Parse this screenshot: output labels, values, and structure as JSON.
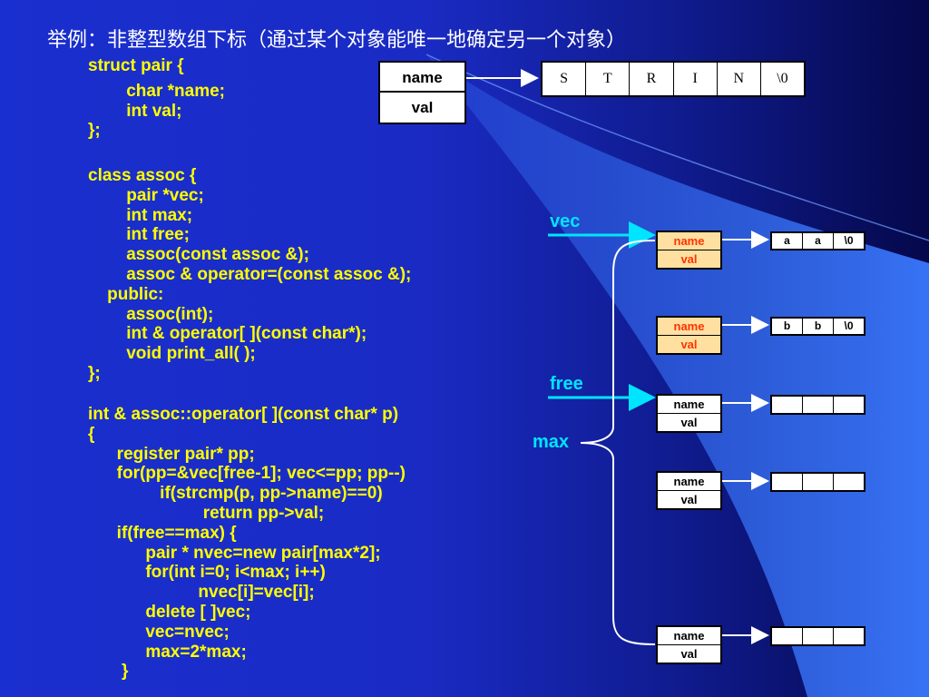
{
  "title": "举例：非整型数组下标（通过某个对象能唯一地确定另一个对象）",
  "code": {
    "pair_struct": [
      "struct pair {",
      "        char *name;",
      "        int val;",
      "};"
    ],
    "assoc_class": [
      "class assoc {",
      "        pair *vec;",
      "        int max;",
      "        int free;",
      "        assoc(const assoc &);",
      "        assoc & operator=(const assoc &);",
      "    public:",
      "        assoc(int);",
      "        int & operator[ ](const char*);",
      "        void print_all( );",
      "};"
    ],
    "operator_def": [
      "int & assoc::operator[ ](const char* p)",
      "{",
      "      register pair* pp;",
      "      for(pp=&vec[free-1]; vec<=pp; pp--)",
      "               if(strcmp(p, pp->name)==0)",
      "                        return pp->val;",
      "      if(free==max) {",
      "            pair * nvec=new pair[max*2];",
      "            for(int i=0; i<max; i++)",
      "                       nvec[i]=vec[i];",
      "            delete [ ]vec;",
      "            vec=nvec;",
      "            max=2*max;",
      "       }"
    ]
  },
  "top_pair": {
    "name": "name",
    "val": "val"
  },
  "top_string": [
    "S",
    "T",
    "R",
    "I",
    "N",
    "\\0"
  ],
  "labels": {
    "vec": "vec",
    "free": "free",
    "max": "max"
  },
  "pairs": [
    {
      "name": "name",
      "val": "val",
      "string": [
        "a",
        "a",
        "\\0"
      ],
      "highlight": true
    },
    {
      "name": "name",
      "val": "val",
      "string": [
        "b",
        "b",
        "\\0"
      ],
      "highlight": true
    },
    {
      "name": "name",
      "val": "val",
      "string": [
        "",
        "",
        ""
      ],
      "highlight": false
    },
    {
      "name": "name",
      "val": "val",
      "string": [
        "",
        "",
        ""
      ],
      "highlight": false
    },
    {
      "name": "name",
      "val": "val",
      "string": [
        "",
        "",
        ""
      ],
      "highlight": false
    }
  ],
  "colors": {
    "background": "#1a2fcf",
    "code": "#ffff00",
    "label": "#00e5ff",
    "highlight_fill": "#ffe0a0",
    "highlight_text": "#ff3300",
    "beam": "#3d7bff"
  }
}
